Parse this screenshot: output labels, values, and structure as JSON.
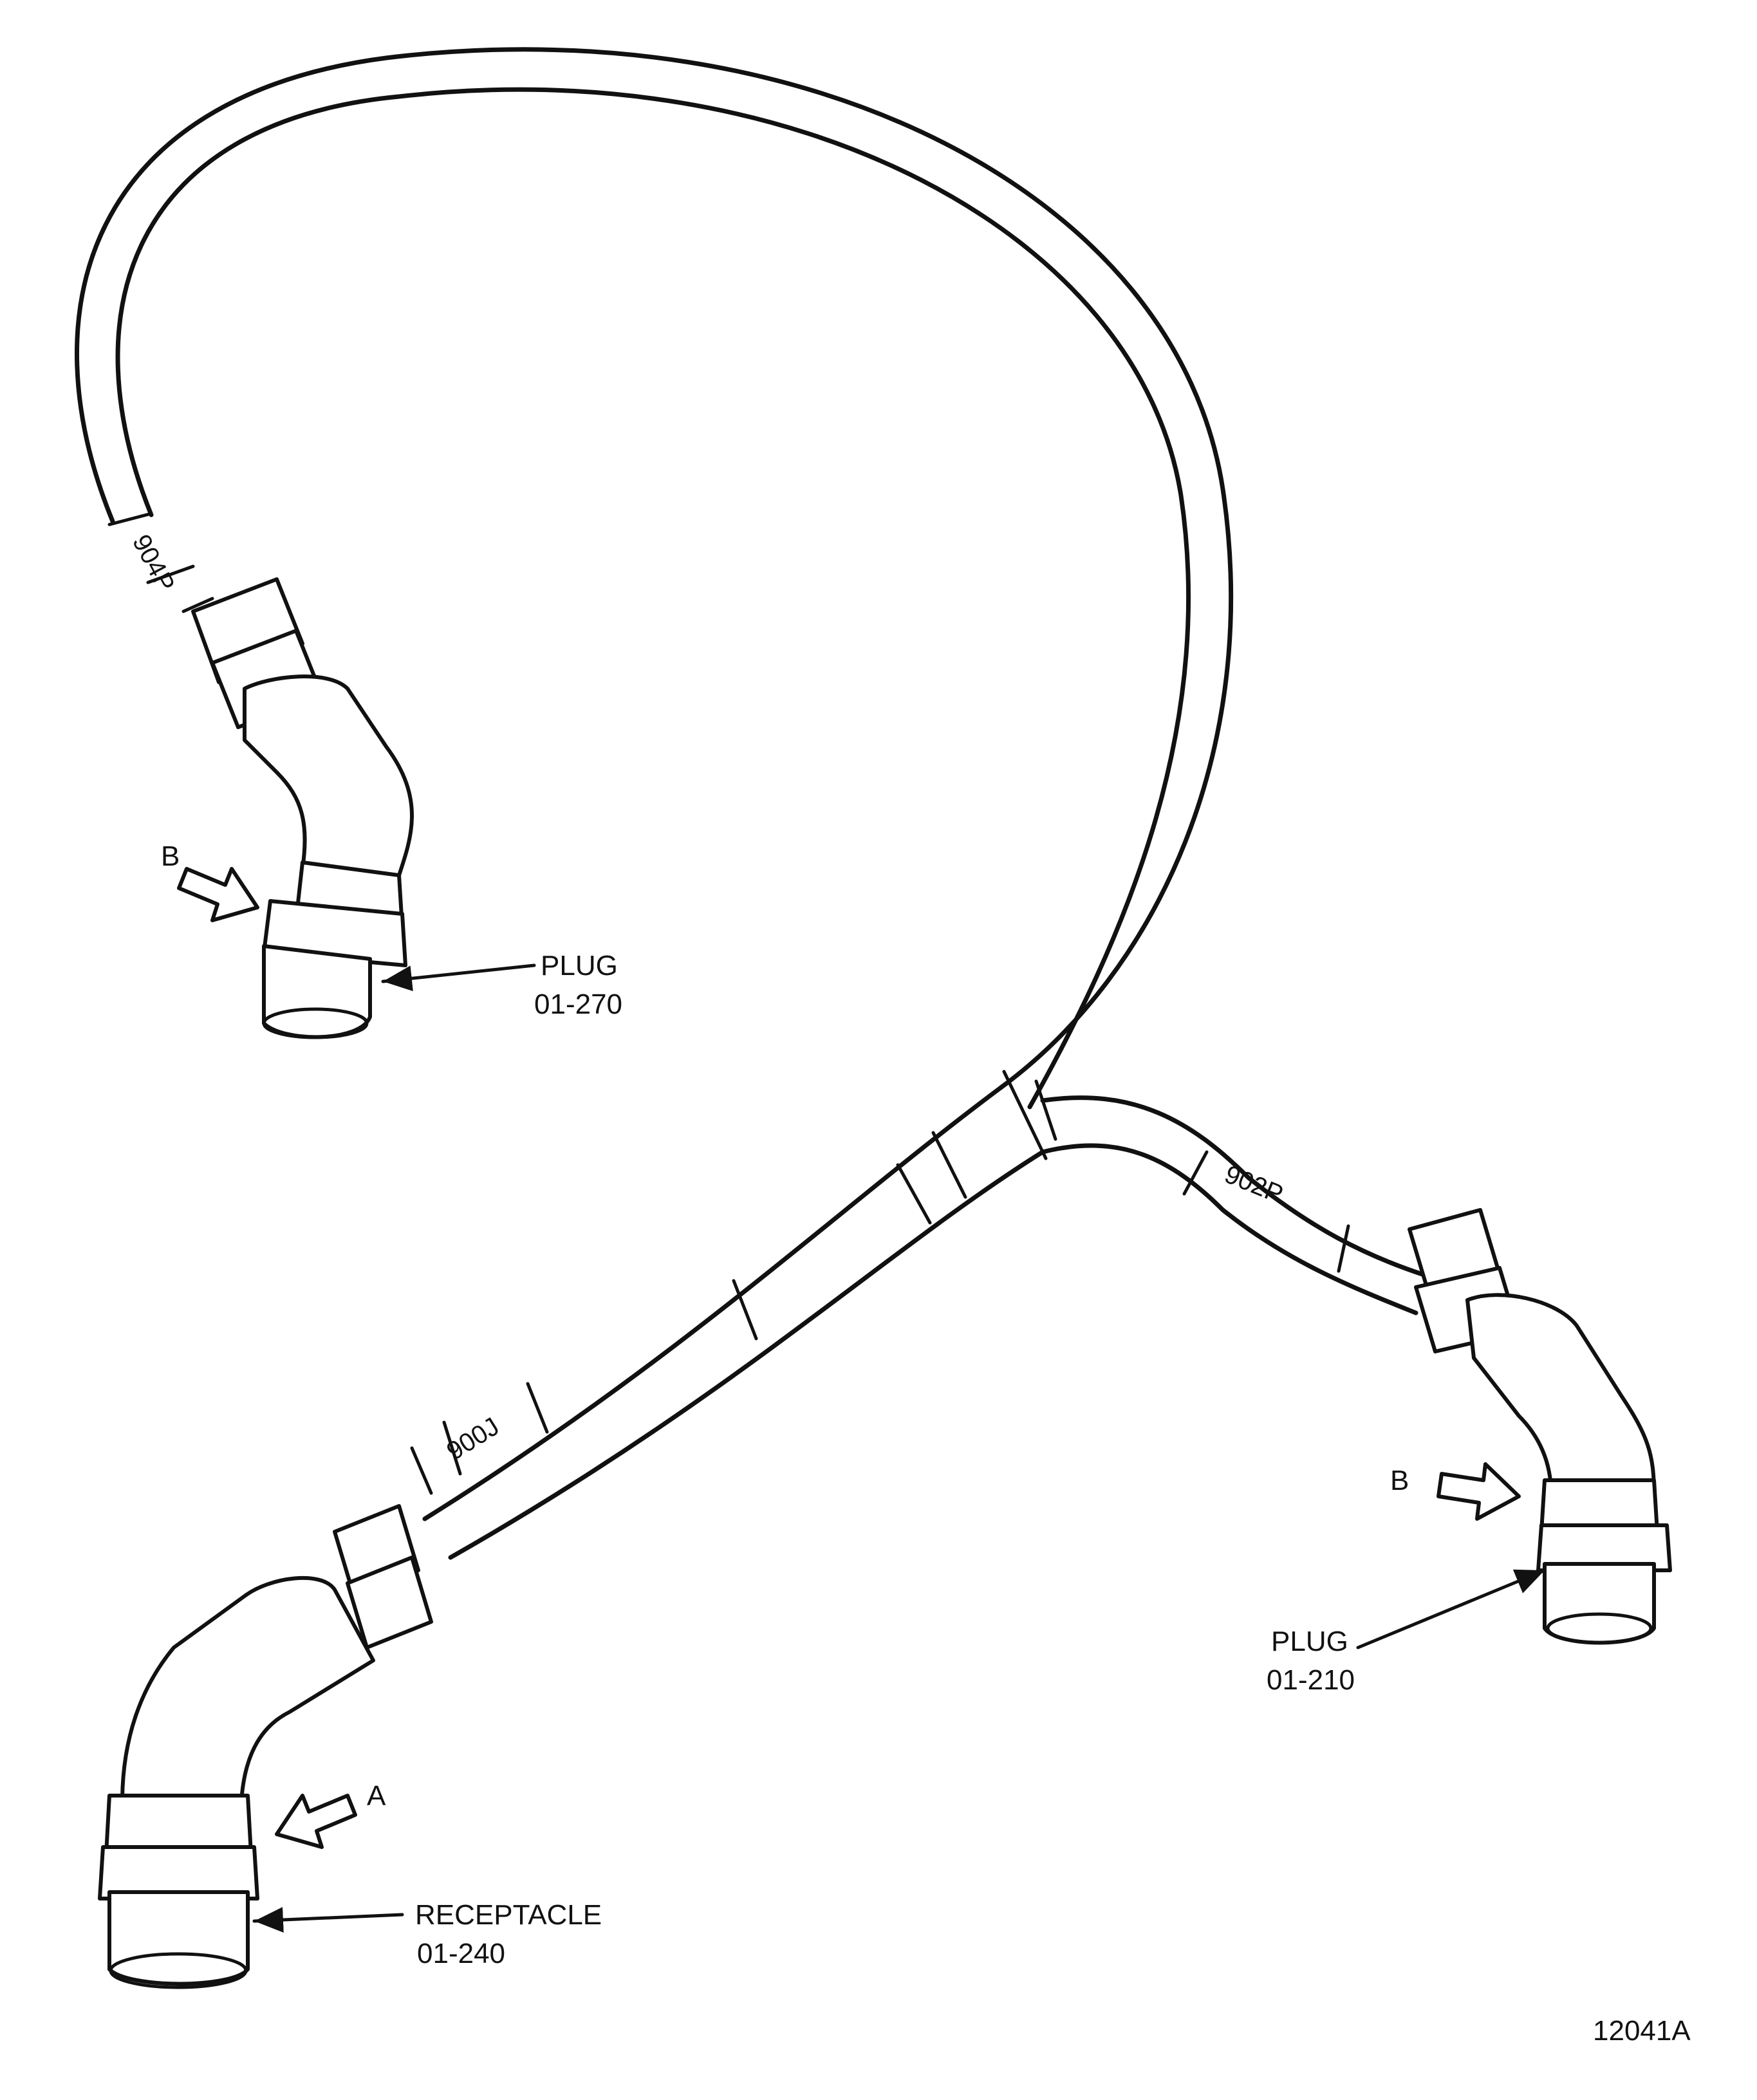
{
  "cable_markers": {
    "marker_904p": "904P",
    "marker_902p": "902P",
    "marker_900j": "900J"
  },
  "callouts": {
    "plug_top": {
      "view": "B",
      "name": "PLUG",
      "number": "01-270"
    },
    "plug_right": {
      "view": "B",
      "name": "PLUG",
      "number": "01-210"
    },
    "receptacle": {
      "view": "A",
      "name": "RECEPTACLE",
      "number": "01-240"
    }
  },
  "figure_id": "12041A"
}
